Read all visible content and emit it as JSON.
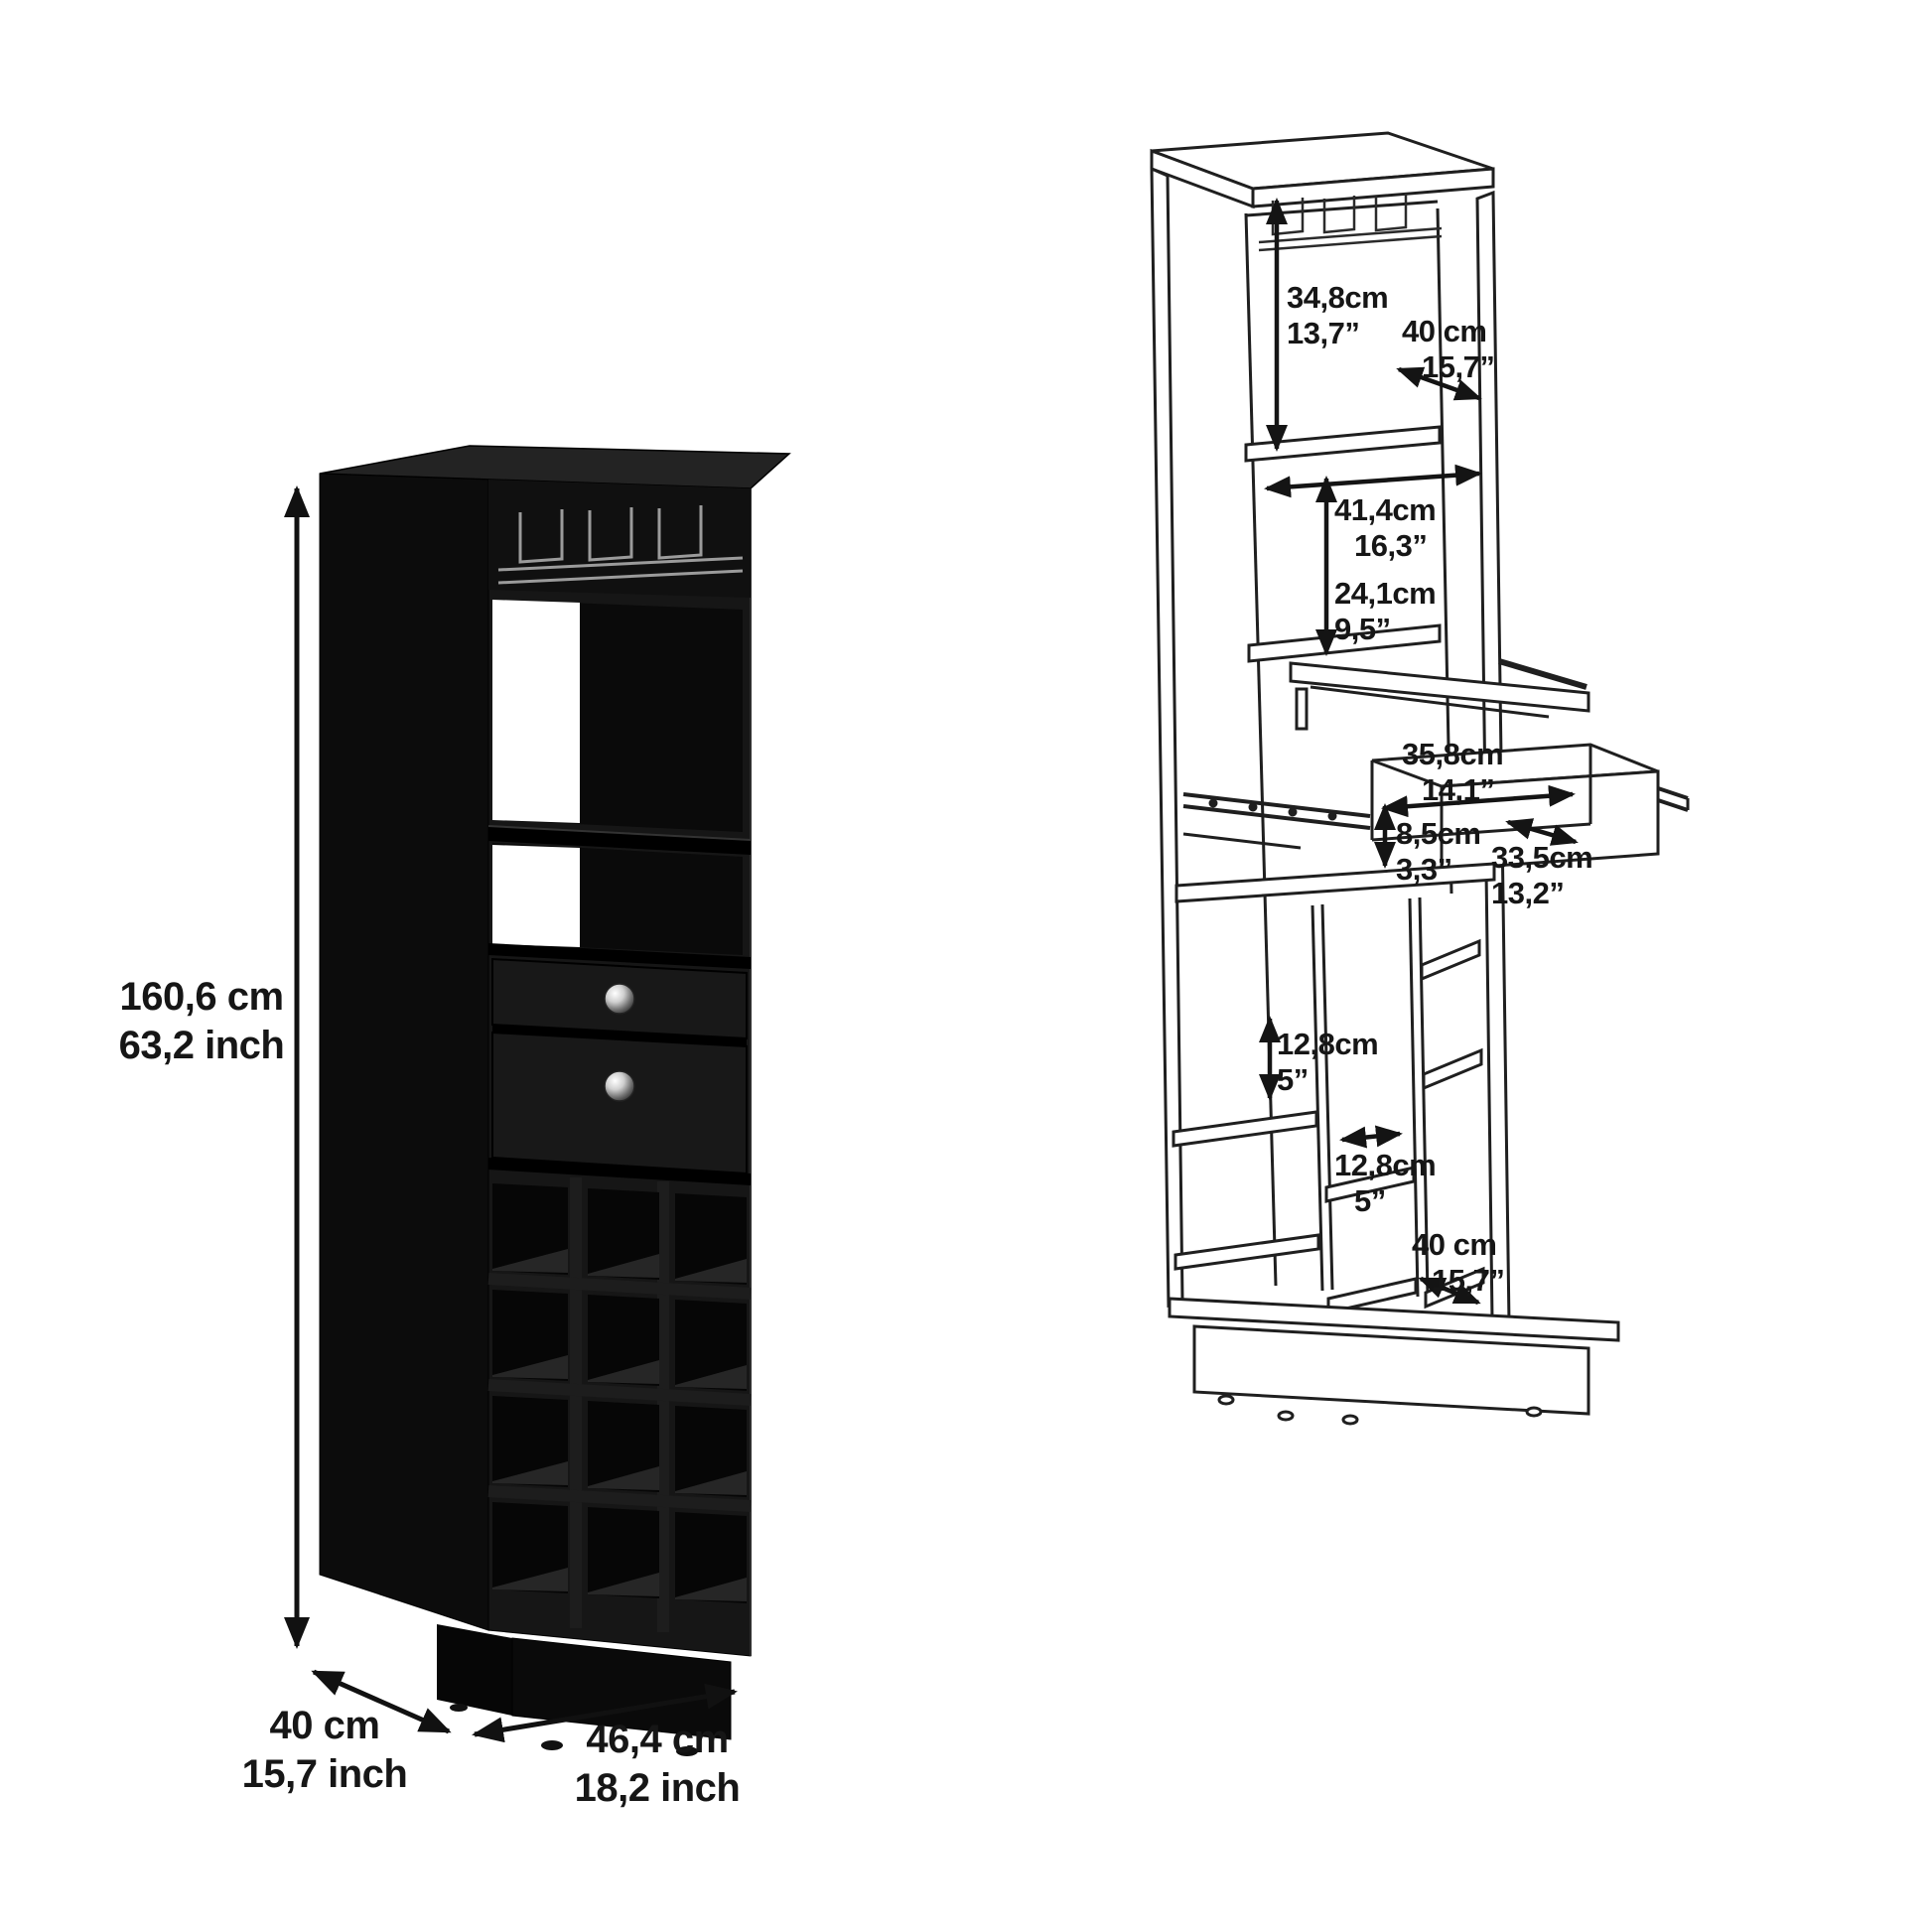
{
  "page": {
    "background": "#ffffff",
    "description": "Bar cabinet product dimension sheet"
  },
  "figure_left": {
    "name": "black bar cabinet render",
    "cabinet_color": "#141414",
    "knob_color": "#c9c9c9",
    "dimensions": {
      "height": {
        "cm": "160,6 cm",
        "inch": "63,2 inch"
      },
      "depth": {
        "cm": "40 cm",
        "inch": "15,7 inch"
      },
      "width": {
        "cm": "46,4 cm",
        "inch": "18,2 inch"
      }
    }
  },
  "figure_right": {
    "name": "wireframe dimension diagram",
    "line_color": "#1f1f1f",
    "measurements": [
      {
        "part": "glass-rack-section-height",
        "cm": "34,8cm",
        "inch": "13,7”"
      },
      {
        "part": "top-depth",
        "cm": "40 cm",
        "inch": "15,7”"
      },
      {
        "part": "interior-width",
        "cm": "41,4cm",
        "inch": "16,3”"
      },
      {
        "part": "middle-shelf-height",
        "cm": "24,1cm",
        "inch": "9,5”"
      },
      {
        "part": "drawer-width",
        "cm": "35,8cm",
        "inch": "14,1”"
      },
      {
        "part": "drawer-height",
        "cm": "8,5cm",
        "inch": "3,3”"
      },
      {
        "part": "drawer-depth",
        "cm": "33,5cm",
        "inch": "13,2”"
      },
      {
        "part": "wine-cubby-height",
        "cm": "12,8cm",
        "inch": "5”"
      },
      {
        "part": "wine-cubby-width",
        "cm": "12,8cm",
        "inch": "5”"
      },
      {
        "part": "bottom-depth",
        "cm": "40 cm",
        "inch": "15,7”"
      }
    ]
  }
}
